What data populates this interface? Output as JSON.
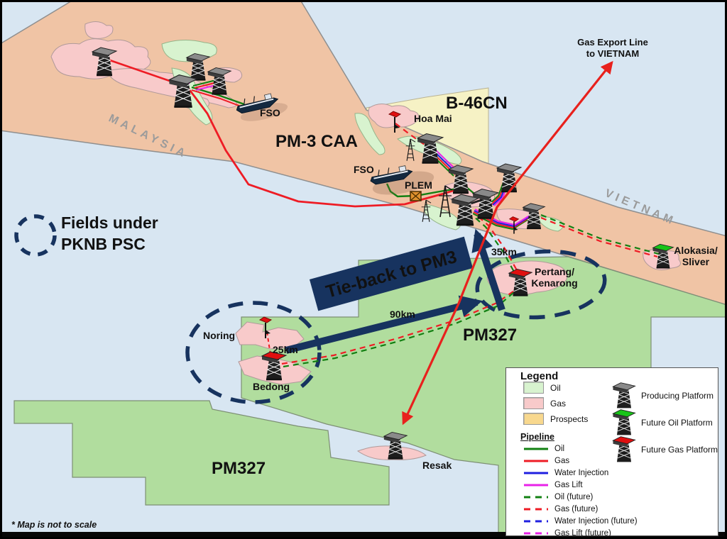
{
  "labels": {
    "malaysia": "MALAYSIA",
    "vietnam": "VIETNAM",
    "pm3caa": "PM-3 CAA",
    "b46cn": "B-46CN",
    "pm327_right": "PM327",
    "pm327_left": "PM327",
    "hoa_mai": "Hoa Mai",
    "fso_1": "FSO",
    "fso_2": "FSO",
    "plem": "PLEM",
    "alokasia_line1": "Alokasia/",
    "alokasia_line2": "Sliver",
    "pertang_line1": "Pertang/",
    "pertang_line2": "Kenarong",
    "noring": "Noring",
    "bedong": "Bedong",
    "resak": "Resak",
    "dist_25": "25km",
    "dist_90": "90km",
    "dist_35": "35km",
    "gas_export_line1": "Gas Export Line",
    "gas_export_line2": "to VIETNAM",
    "tieback": "Tie-back to PM3",
    "fields_under_line1": "Fields under",
    "fields_under_line2": "PKNB PSC",
    "not_to_scale": "* Map is not to scale"
  },
  "legend": {
    "title": "Legend",
    "areas": [
      {
        "label": "Oil",
        "color": "#d8f3cf"
      },
      {
        "label": "Gas",
        "color": "#f8caca"
      },
      {
        "label": "Prospects",
        "color": "#f8d88e"
      }
    ],
    "pipeline_title": "Pipeline",
    "pipelines": [
      {
        "label": "Oil",
        "color": "#128012",
        "dashed": false
      },
      {
        "label": "Gas",
        "color": "#ee1c25",
        "dashed": false
      },
      {
        "label": "Water Injection",
        "color": "#1f1fe0",
        "dashed": false
      },
      {
        "label": "Gas Lift",
        "color": "#e822e8",
        "dashed": false
      },
      {
        "label": "Oil (future)",
        "color": "#128012",
        "dashed": true
      },
      {
        "label": "Gas (future)",
        "color": "#ee1c25",
        "dashed": true
      },
      {
        "label": "Water Injection (future)",
        "color": "#1f1fe0",
        "dashed": true
      },
      {
        "label": "Gas Lift (future)",
        "color": "#e822e8",
        "dashed": true
      }
    ],
    "platforms": [
      {
        "label": "Producing Platform",
        "color": "#8a8a8a"
      },
      {
        "label": "Future Oil Platform",
        "color": "#18c418"
      },
      {
        "label": "Future Gas Platform",
        "color": "#e01010"
      }
    ]
  },
  "colors": {
    "sea": "#d8e6f2",
    "band": "#f0c4a5",
    "band_border": "#8f8f8f",
    "yellow": "#f6f2c5",
    "green": "#b1dd9e",
    "oil_field": "#d8f3cf",
    "gas_field": "#f8caca",
    "navy": "#17335f",
    "red": "#e8211d",
    "pipe_oil": "#128012",
    "pipe_gas": "#ee1c25",
    "pipe_wi": "#1f1fe0",
    "pipe_gl": "#e822e8",
    "gray_text": "#9b9b9b"
  }
}
